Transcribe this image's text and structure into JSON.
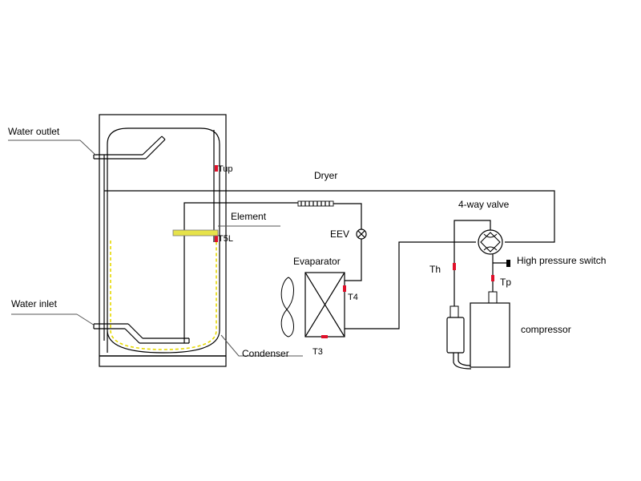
{
  "labels": {
    "water_outlet": "Water outlet",
    "water_inlet": "Water inlet",
    "tup": "Tup",
    "t5l": "T5L",
    "element": "Element",
    "condenser": "Condenser",
    "dryer": "Dryer",
    "eev": "EEV",
    "evaporator": "Evaparator",
    "t4": "T4",
    "t3": "T3",
    "four_way_valve": "4-way valve",
    "high_pressure_switch": "High pressure switch",
    "th": "Th",
    "tp": "Tp",
    "compressor": "compressor"
  },
  "colors": {
    "sensor": "#e0102a",
    "element_bar": "#e6e24a",
    "condenser_dash": "#e6d800",
    "line": "#000000"
  }
}
